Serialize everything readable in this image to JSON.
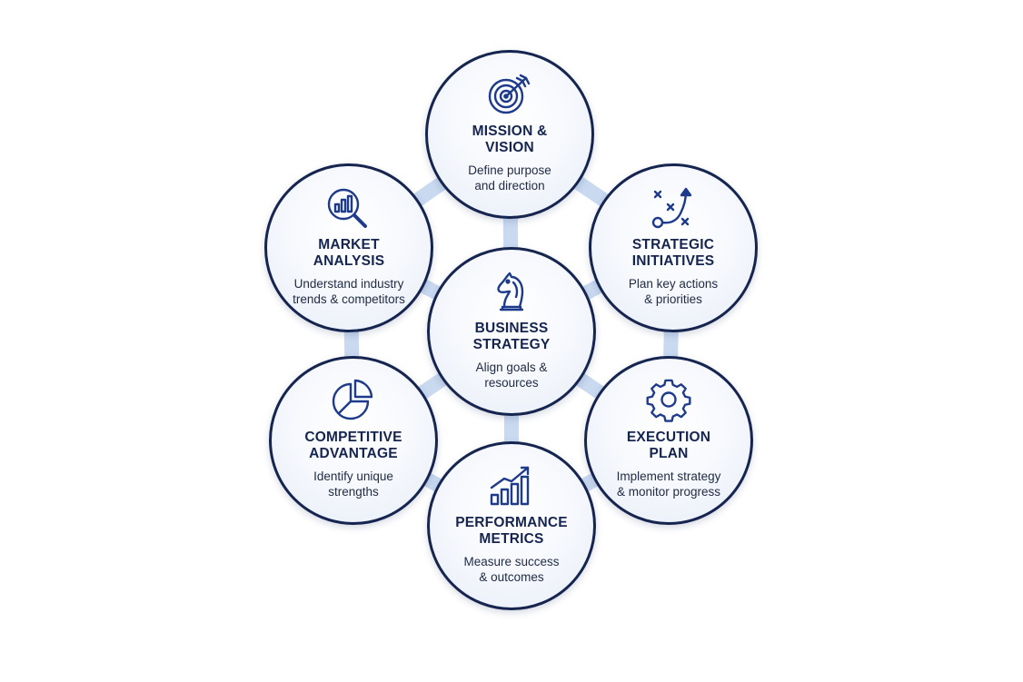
{
  "colors": {
    "node_border": "#16254f",
    "icon_stroke": "#1e3a8a",
    "connector": "#c9d9f0",
    "title_text": "#16254f"
  },
  "center": {
    "icon": "knight-chess-icon",
    "title_lines": [
      "BUSINESS",
      "STRATEGY"
    ],
    "desc_lines": [
      "Align goals &",
      "resources"
    ]
  },
  "nodes": [
    {
      "key": "mission",
      "icon": "target-arrow-icon",
      "title_lines": [
        "MISSION &",
        "VISION"
      ],
      "desc_lines": [
        "Define purpose",
        "and direction"
      ]
    },
    {
      "key": "initiatives",
      "icon": "strategy-play-icon",
      "title_lines": [
        "STRATEGIC",
        "INITIATIVES"
      ],
      "desc_lines": [
        "Plan key actions",
        "& priorities"
      ]
    },
    {
      "key": "execution",
      "icon": "gear-icon",
      "title_lines": [
        "EXECUTION",
        "PLAN"
      ],
      "desc_lines": [
        "Implement strategy",
        "& monitor progress"
      ]
    },
    {
      "key": "performance",
      "icon": "growth-chart-icon",
      "title_lines": [
        "PERFORMANCE",
        "METRICS"
      ],
      "desc_lines": [
        "Measure success",
        "& outcomes"
      ]
    },
    {
      "key": "competitive",
      "icon": "pie-chart-icon",
      "title_lines": [
        "COMPETITIVE",
        "ADVANTAGE"
      ],
      "desc_lines": [
        "Identify unique",
        "strengths"
      ]
    },
    {
      "key": "market",
      "icon": "magnifier-chart-icon",
      "title_lines": [
        "MARKET",
        "ANALYSIS"
      ],
      "desc_lines": [
        "Understand industry",
        "trends & competitors"
      ]
    }
  ]
}
